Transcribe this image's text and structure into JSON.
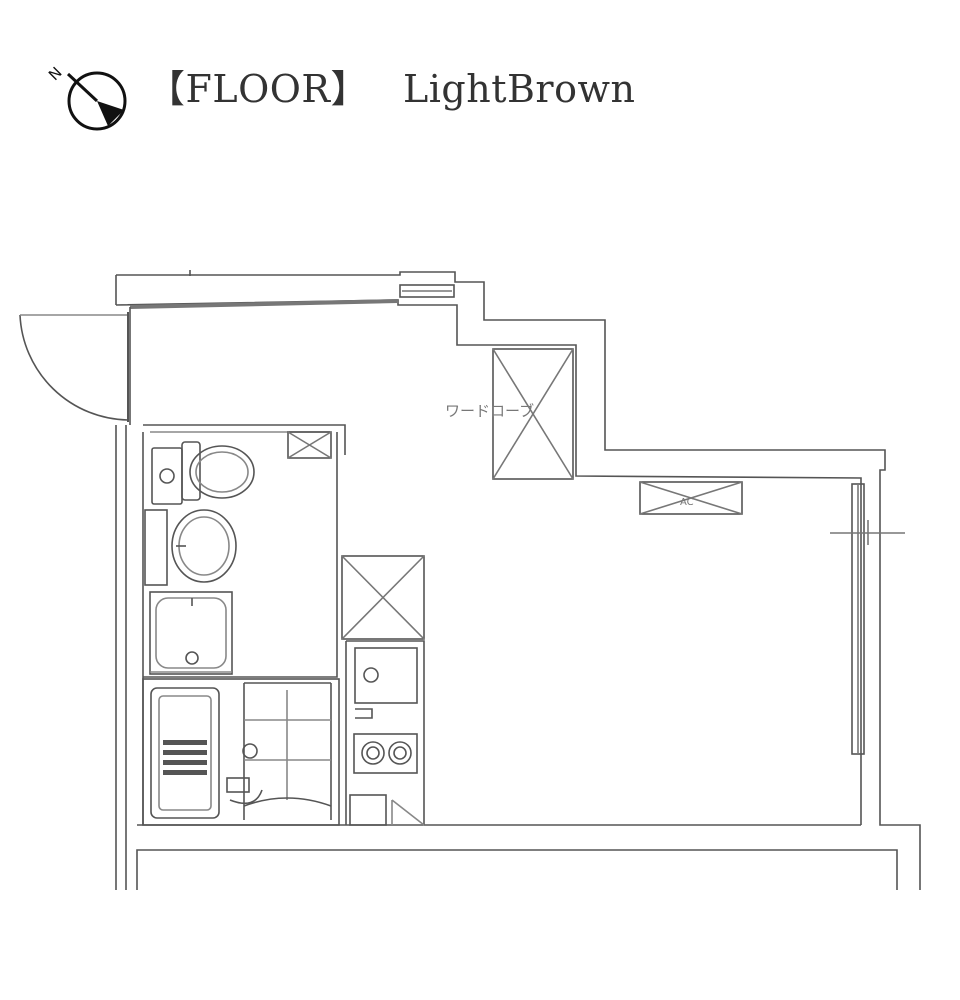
{
  "header": {
    "title": "【FLOOR】",
    "name": "LightBrown",
    "compass_letter": "N"
  },
  "plan": {
    "wardrobe_label": "ワードローブ",
    "ac_label": "AC",
    "line_color": "#555555",
    "thin_color": "#888888"
  }
}
